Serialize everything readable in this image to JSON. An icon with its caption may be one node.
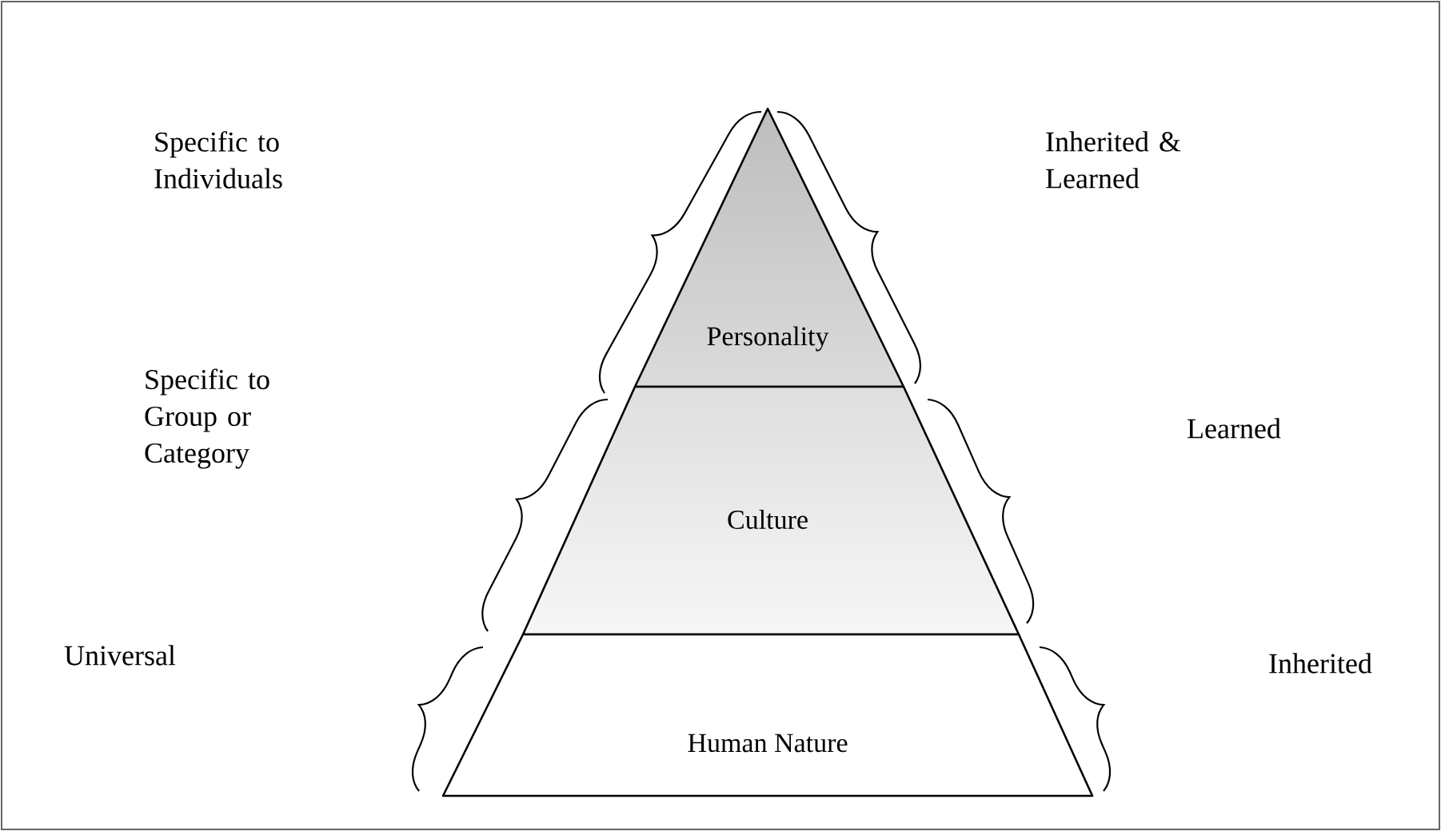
{
  "diagram": {
    "nodes": [
      {
        "text": [
          "Personality"
        ]
      },
      {
        "text": [
          "Culture"
        ]
      },
      {
        "text": [
          "Human Nature"
        ]
      }
    ],
    "labels": [
      "Specific to Individuals",
      "Inherited & Learned",
      "Specific to Group or Category",
      "Learned",
      "Universal",
      "Inherited"
    ]
  }
}
